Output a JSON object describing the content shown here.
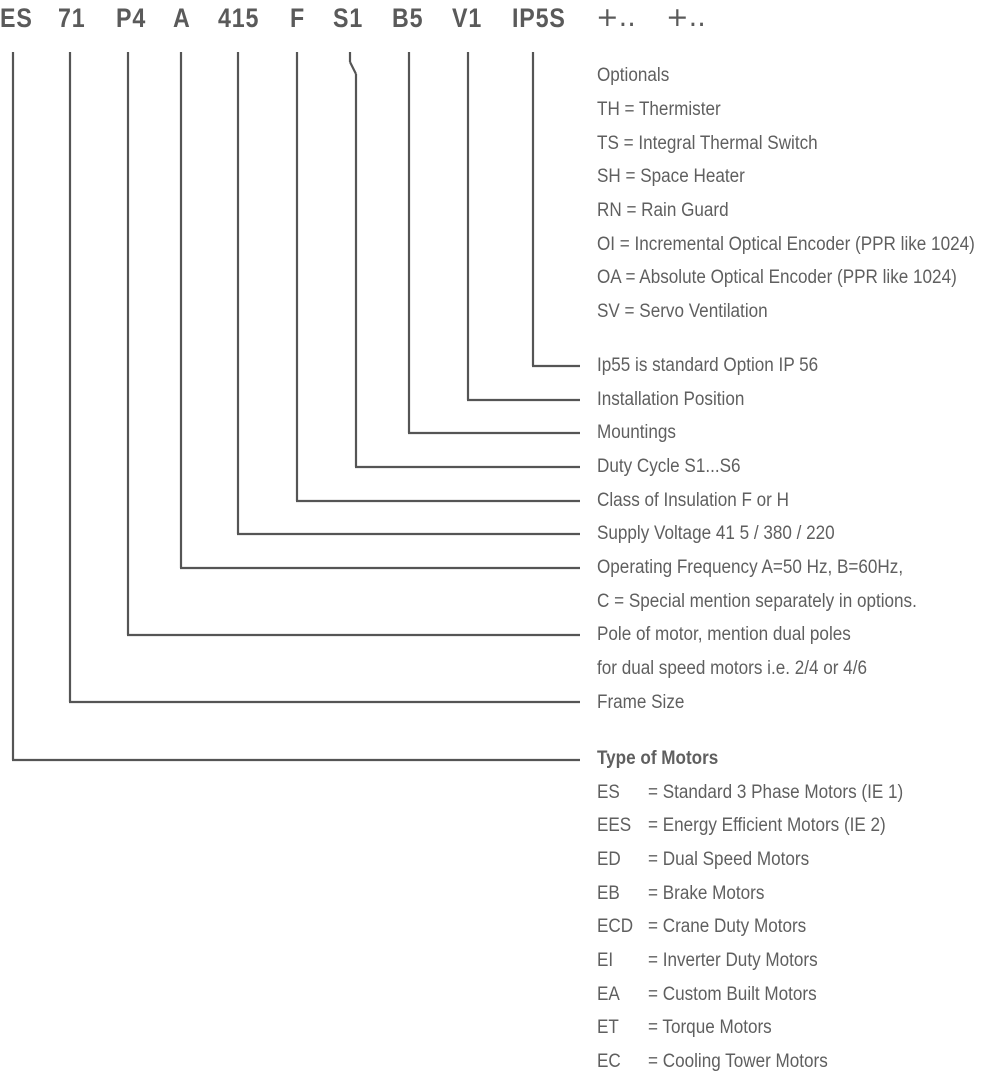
{
  "code_parts": [
    "ES",
    "71",
    "P4",
    "A",
    "415",
    "F",
    "S1",
    "B5",
    "V1",
    "IP5S",
    "+..",
    "+.."
  ],
  "optionals": {
    "heading": "Optionals",
    "items": [
      "TH = Thermister",
      "TS = Integral Thermal Switch",
      "SH = Space Heater",
      "RN = Rain Guard",
      "OI = Incremental Optical Encoder (PPR like 1024)",
      "OA = Absolute Optical Encoder (PPR like 1024)",
      "SV = Servo Ventilation"
    ]
  },
  "descriptions": {
    "ip": "Ip55 is standard Option IP 56",
    "installation": "Installation Position",
    "mountings": "Mountings",
    "duty": "Duty Cycle S1...S6",
    "insulation": "Class of Insulation F or H",
    "voltage": "Supply Voltage 41 5 / 380 / 220",
    "frequency_1": "Operating Frequency A=50 Hz, B=60Hz,",
    "frequency_2": "C = Special mention separately in options.",
    "pole_1": "Pole of motor, mention dual poles",
    "pole_2": "for dual speed motors i.e. 2/4 or 4/6",
    "frame": "Frame Size"
  },
  "motor_types": {
    "heading": "Type of Motors",
    "items": [
      {
        "abbr": "ES",
        "desc": "= Standard 3 Phase Motors (IE 1)"
      },
      {
        "abbr": "EES",
        "desc": "= Energy Efficient Motors (IE 2)"
      },
      {
        "abbr": "ED",
        "desc": "= Dual Speed Motors"
      },
      {
        "abbr": "EB",
        "desc": "= Brake Motors"
      },
      {
        "abbr": "ECD",
        "desc": "= Crane Duty Motors"
      },
      {
        "abbr": "EI",
        "desc": "= Inverter Duty Motors"
      },
      {
        "abbr": "EA",
        "desc": "= Custom Built Motors"
      },
      {
        "abbr": "ET",
        "desc": "= Torque Motors"
      },
      {
        "abbr": "EC",
        "desc": "= Cooling Tower Motors"
      }
    ]
  }
}
